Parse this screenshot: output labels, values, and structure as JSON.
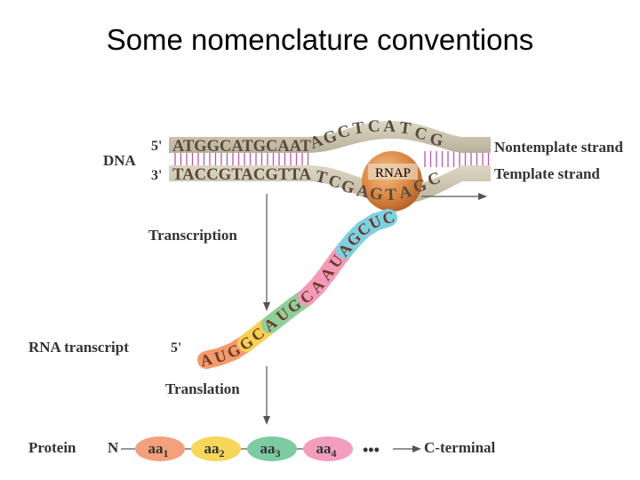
{
  "title": "Some nomenclature conventions",
  "dna": {
    "label": "DNA",
    "top_end": "5'",
    "bottom_end": "3'",
    "top_left_seq": "ATGGCATGCAAT",
    "top_bubble_seq": [
      "A",
      "G",
      "C",
      "T",
      "C",
      "A",
      "T",
      "C",
      "G"
    ],
    "bottom_left_seq": "TACCGTACGTTA",
    "bottom_bubble_seq": [
      "T",
      "C",
      "G",
      "A",
      "G",
      "T",
      "A",
      "G",
      "C"
    ],
    "nontemplate_label": "Nontemplate strand",
    "template_label": "Template strand"
  },
  "polymerase": {
    "label": "RNAP"
  },
  "steps": {
    "transcription": "Transcription",
    "translation": "Translation"
  },
  "rna": {
    "label": "RNA transcript",
    "end_label": "5'",
    "bases": [
      "A",
      "U",
      "G",
      "G",
      "C",
      "A",
      "U",
      "G",
      "C",
      "A",
      "A",
      "U",
      "A",
      "G",
      "C",
      "U",
      "C"
    ]
  },
  "protein": {
    "label": "Protein",
    "n_terminal": "N",
    "residues": [
      {
        "base": "aa",
        "sub": "1",
        "color": "#f4a07c"
      },
      {
        "base": "aa",
        "sub": "2",
        "color": "#f7d65c"
      },
      {
        "base": "aa",
        "sub": "3",
        "color": "#7ecaa2"
      },
      {
        "base": "aa",
        "sub": "4",
        "color": "#f39dbd"
      }
    ],
    "ellipsis": "•••",
    "c_terminal": "C-terminal"
  },
  "colors": {
    "strand": "#c9c1ad",
    "strand_dark": "#a79f8a",
    "tick": "#b45aa8",
    "rnap": "#d9843e",
    "rna_segments": [
      "#f39a6c",
      "#f7d154",
      "#8fcf9a",
      "#f49ab7",
      "#7fd1e0"
    ]
  }
}
